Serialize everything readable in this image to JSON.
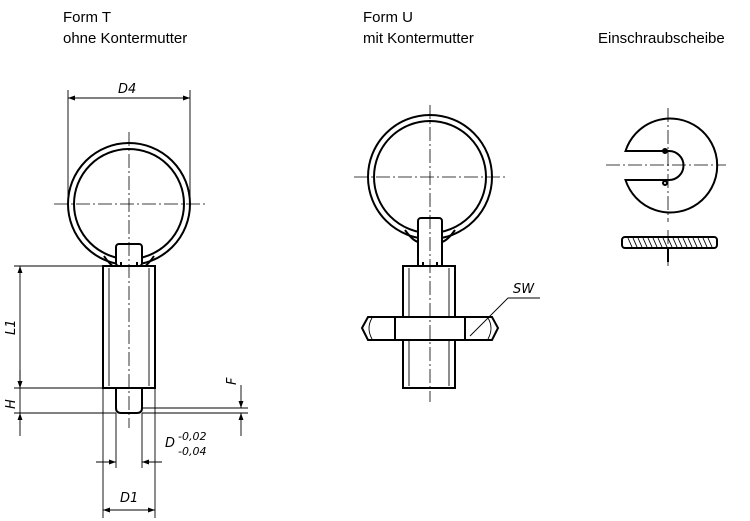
{
  "captions": {
    "form_t_title": "Form T",
    "form_t_subtitle": "ohne Kontermutter",
    "form_u_title": "Form U",
    "form_u_subtitle": "mit Kontermutter",
    "washer_title": "Einschraubscheibe"
  },
  "dimensions": {
    "d4": "D4",
    "l1": "L1",
    "h": "H",
    "f": "F",
    "d": "D",
    "d_tol_upper": "-0,02",
    "d_tol_lower": "-0,04",
    "d1": "D1",
    "sw": "SW"
  }
}
